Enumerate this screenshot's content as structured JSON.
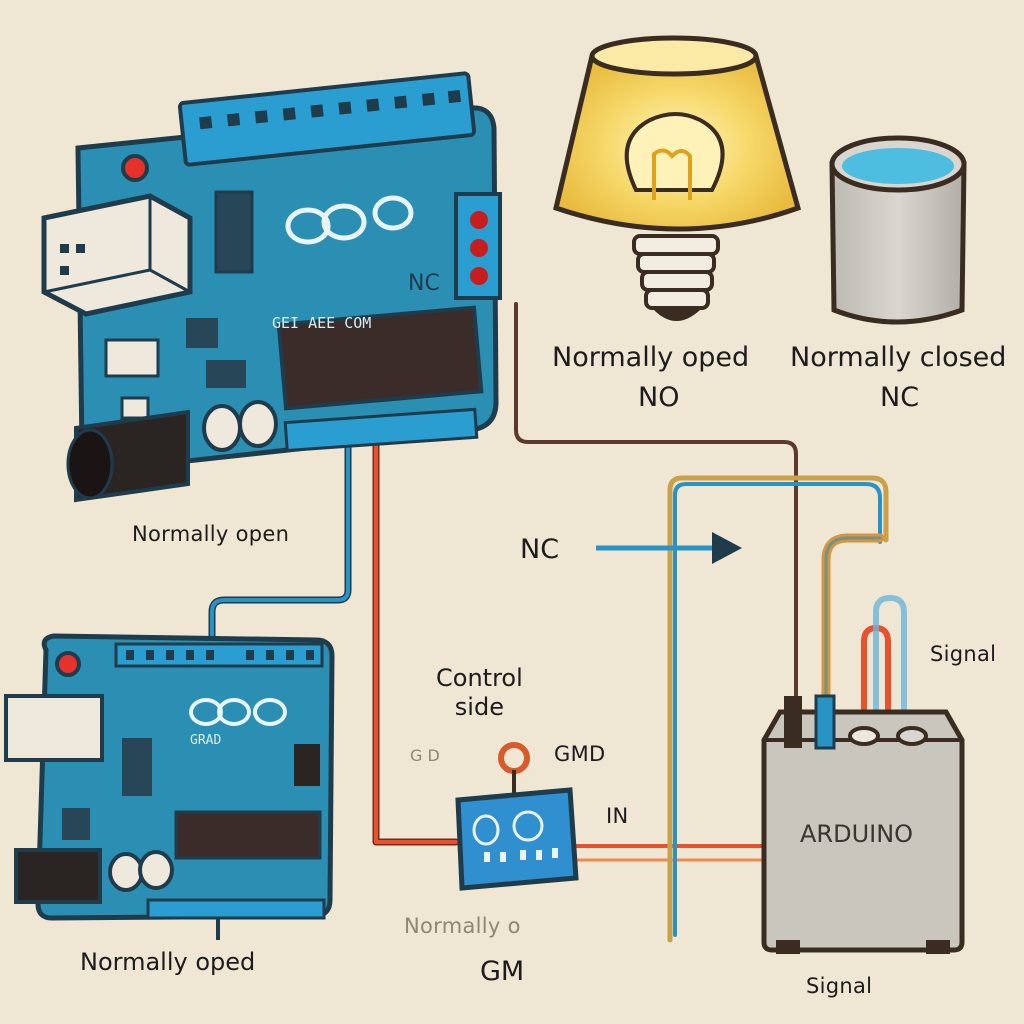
{
  "labels": {
    "board_top_nc": "NC",
    "board_top_text": "GEI AEE COM",
    "normally_open_left": "Normally open",
    "normally_oped_left": "Normally  oped",
    "normally_oped_lamp": "Normally oped",
    "no": "NO",
    "normally_closed": "Normally closed",
    "nc_cup": "NC",
    "nc_arrow": "NC",
    "control_side": "Control\nside",
    "gmd": "GMD",
    "in": "IN",
    "normally_faded": "Normally o",
    "gm": "GM",
    "signal_top": "Signal",
    "signal_bottom": "Signal",
    "arduino_box": "ARDUINO",
    "board_small_text": "GRAD",
    "gnd_faded": "G  D"
  },
  "icons": [
    "arduino-board-icon",
    "arduino-board-icon",
    "light-bulb-icon",
    "cup-icon",
    "relay-module-icon",
    "arduino-box-icon",
    "arrow-right-icon"
  ],
  "colors": {
    "background": "#efe6d3",
    "board": "#2b8fb3",
    "board_edge": "#1f3c4c",
    "wire_blue": "#2a93c6",
    "wire_red": "#e8502e",
    "wire_brown": "#5a3a2a",
    "lamp_glow": "#f5d461",
    "box": "#c9c6bd"
  }
}
